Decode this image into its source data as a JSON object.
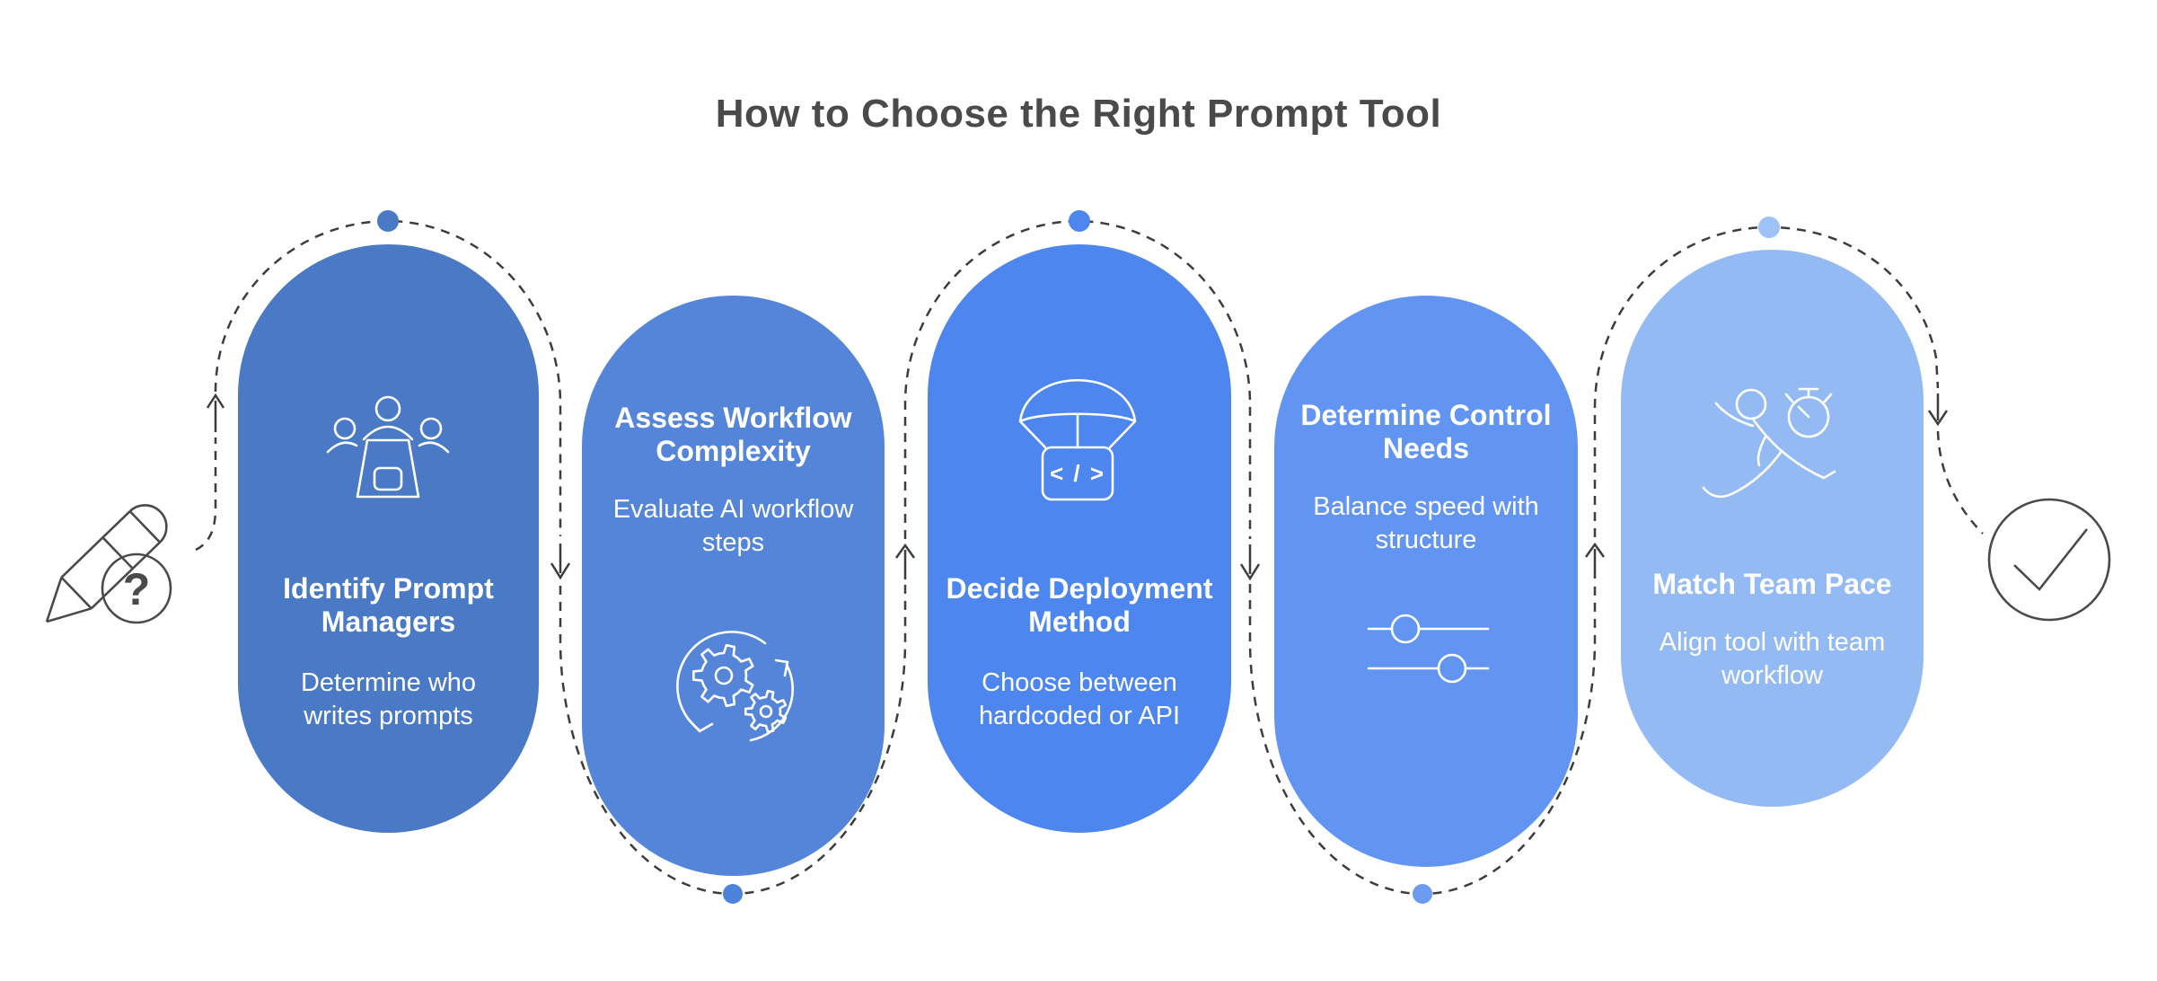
{
  "title": "How to Choose the Right Prompt Tool",
  "title_color": "#4A4A4A",
  "background": "#FFFFFF",
  "outline_color": "#4A4A4A",
  "connector": {
    "style": "dashed",
    "color": "#3D3D3D",
    "arrow_directions": [
      "up",
      "down",
      "up",
      "down",
      "up",
      "down"
    ]
  },
  "start_icon": {
    "name": "pencil-question-icon",
    "label": "?"
  },
  "end_icon": {
    "name": "check-circle-icon"
  },
  "steps": [
    {
      "heading": "Identify Prompt Managers",
      "description": "Determine who writes prompts",
      "icon": "team-meeting-icon",
      "color": "#4A79C5",
      "dot_color": "#4A79C5",
      "dot_position": "top"
    },
    {
      "heading": "Assess Workflow Complexity",
      "description": "Evaluate AI workflow steps",
      "icon": "gears-cycle-icon",
      "color": "#5585D8",
      "dot_color": "#4C82DC",
      "dot_position": "bottom"
    },
    {
      "heading": "Decide Deployment Method",
      "description": "Choose between hardcoded or API",
      "icon": "code-parachute-icon",
      "icon_label": "< / >",
      "color": "#4C86EE",
      "dot_color": "#4C86EE",
      "dot_position": "top"
    },
    {
      "heading": "Determine Control Needs",
      "description": "Balance speed with structure",
      "icon": "sliders-icon",
      "color": "#6295F2",
      "dot_color": "#6B9BF2",
      "dot_position": "bottom"
    },
    {
      "heading": "Match Team Pace",
      "description": "Align tool with team workflow",
      "icon": "runner-stopwatch-icon",
      "color": "#94BAF4",
      "dot_color": "#9DC2F8",
      "dot_position": "top"
    }
  ]
}
